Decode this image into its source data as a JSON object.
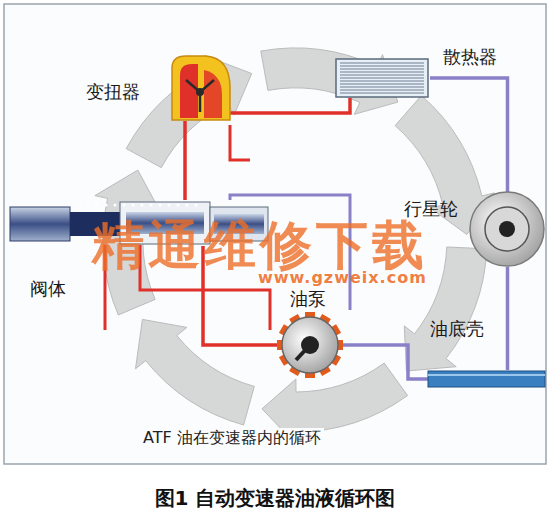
{
  "diagram": {
    "title": "图1 自动变速器油液循环图",
    "caption": "ATF 油在变速器内的循环",
    "nodes": [
      {
        "text": [
          "变扭器"
        ]
      },
      {
        "text": [
          "散热器"
        ]
      },
      {
        "text": [
          "阀体"
        ]
      },
      {
        "text": [
          "行星轮"
        ]
      },
      {
        "text": [
          "油泵"
        ]
      },
      {
        "text": [
          "油底壳"
        ]
      }
    ],
    "edges": [
      {
        "from": 0,
        "to": 1,
        "arrow": "none"
      },
      {
        "from": 1,
        "to": 3,
        "arrow": "none"
      },
      {
        "from": 3,
        "to": 5,
        "arrow": "none"
      },
      {
        "from": 5,
        "to": 4,
        "arrow": "none"
      },
      {
        "from": 4,
        "to": 2,
        "arrow": "none"
      },
      {
        "from": 2,
        "to": 0,
        "arrow": "none"
      }
    ],
    "labels": [
      "精通维修下载",
      "www.gzweix.com"
    ]
  }
}
